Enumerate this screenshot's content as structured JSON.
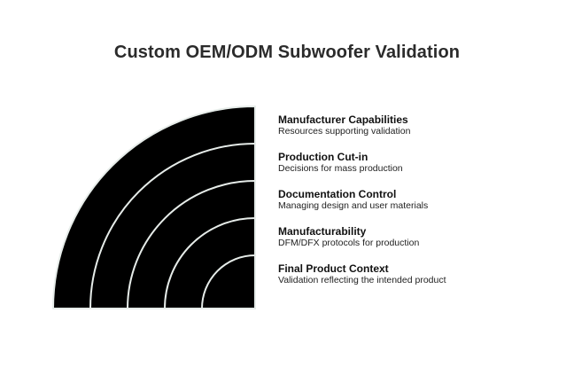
{
  "title": "Custom OEM/ODM Subwoofer Validation",
  "colors": {
    "fill": "#000000",
    "stroke": "#e6ece9",
    "background": "#ffffff"
  },
  "layers": [
    {
      "title": "Manufacturer Capabilities",
      "description": "Resources supporting validation"
    },
    {
      "title": "Production Cut-in",
      "description": "Decisions for mass production"
    },
    {
      "title": "Documentation Control",
      "description": "Managing design and user materials"
    },
    {
      "title": "Manufacturability",
      "description": "DFM/DFX protocols for production"
    },
    {
      "title": "Final Product Context",
      "description": "Validation reflecting the intended product"
    }
  ]
}
